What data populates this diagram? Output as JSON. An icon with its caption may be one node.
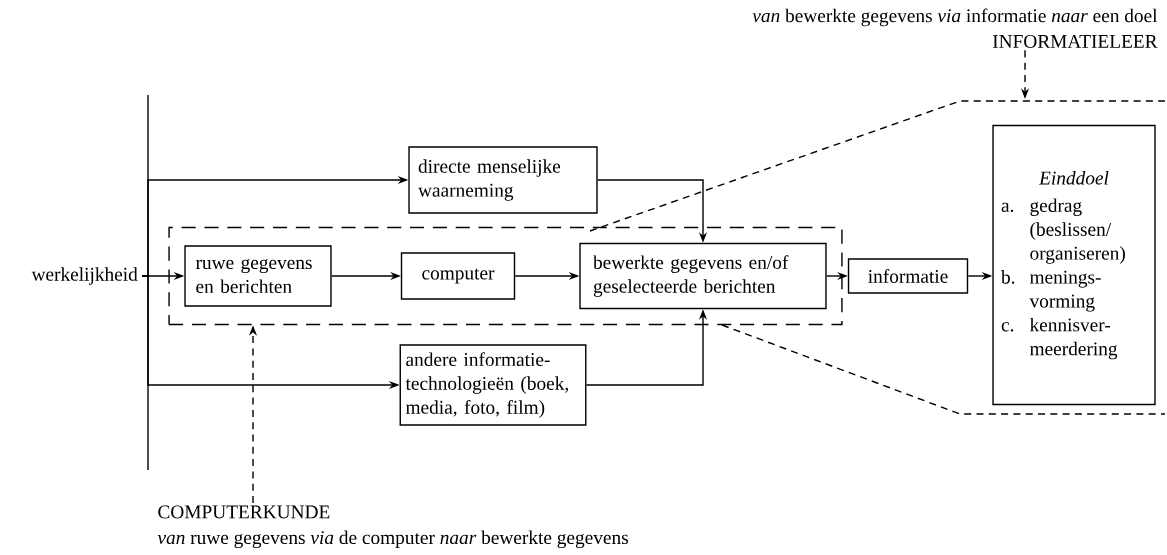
{
  "diagram": {
    "nodes": [
      {
        "text": [
          "werkelijkheid"
        ]
      },
      {
        "text": [
          "directe menselijke waarneming"
        ]
      },
      {
        "text": [],
        "shape": "box"
      },
      {
        "text": [
          "ruwe gegevens en berichten"
        ],
        "in": 2
      },
      {
        "text": [
          "computer"
        ],
        "in": 2
      },
      {
        "text": [
          "bewerkte gegevens en/of geselecteerde berichten"
        ],
        "in": 2
      },
      {
        "text": [
          "andere informatie- technologieën (boek, media, foto, film)"
        ]
      },
      {
        "text": [
          "informatie"
        ]
      },
      {
        "text": [
          "Einddoel",
          "a.",
          "gedrag (beslissen/ organiseren)",
          "b.",
          "menings- vorming",
          "c.",
          "kennisver- meerdering"
        ]
      },
      {
        "text": [
          "*van* bewerkte gegevens *via* informatie *naar* een doel",
          "INFORMATIELEER"
        ]
      },
      {
        "text": [
          "COMPUTERKUNDE",
          "*van* ruwe gegevens *via* de computer *naar* bewerkte gegevens"
        ]
      }
    ],
    "edges": [
      {
        "from": 0,
        "to": 3,
        "arrow": "to"
      },
      {
        "from": 0,
        "to": 1,
        "arrow": "to"
      },
      {
        "from": 0,
        "to": 6,
        "arrow": "to"
      },
      {
        "from": 1,
        "to": 5,
        "arrow": "to"
      },
      {
        "from": 3,
        "to": 4,
        "arrow": "to"
      },
      {
        "from": 4,
        "to": 5,
        "arrow": "to"
      },
      {
        "from": 6,
        "to": 5,
        "arrow": "to"
      },
      {
        "from": 5,
        "to": 7,
        "arrow": "to"
      },
      {
        "from": 7,
        "to": 8,
        "arrow": "to"
      },
      {
        "from": 9,
        "to": null,
        "arrow": "to",
        "style": "dashed"
      },
      {
        "from": 10,
        "to": 2,
        "arrow": "to",
        "style": "dashed"
      }
    ]
  }
}
